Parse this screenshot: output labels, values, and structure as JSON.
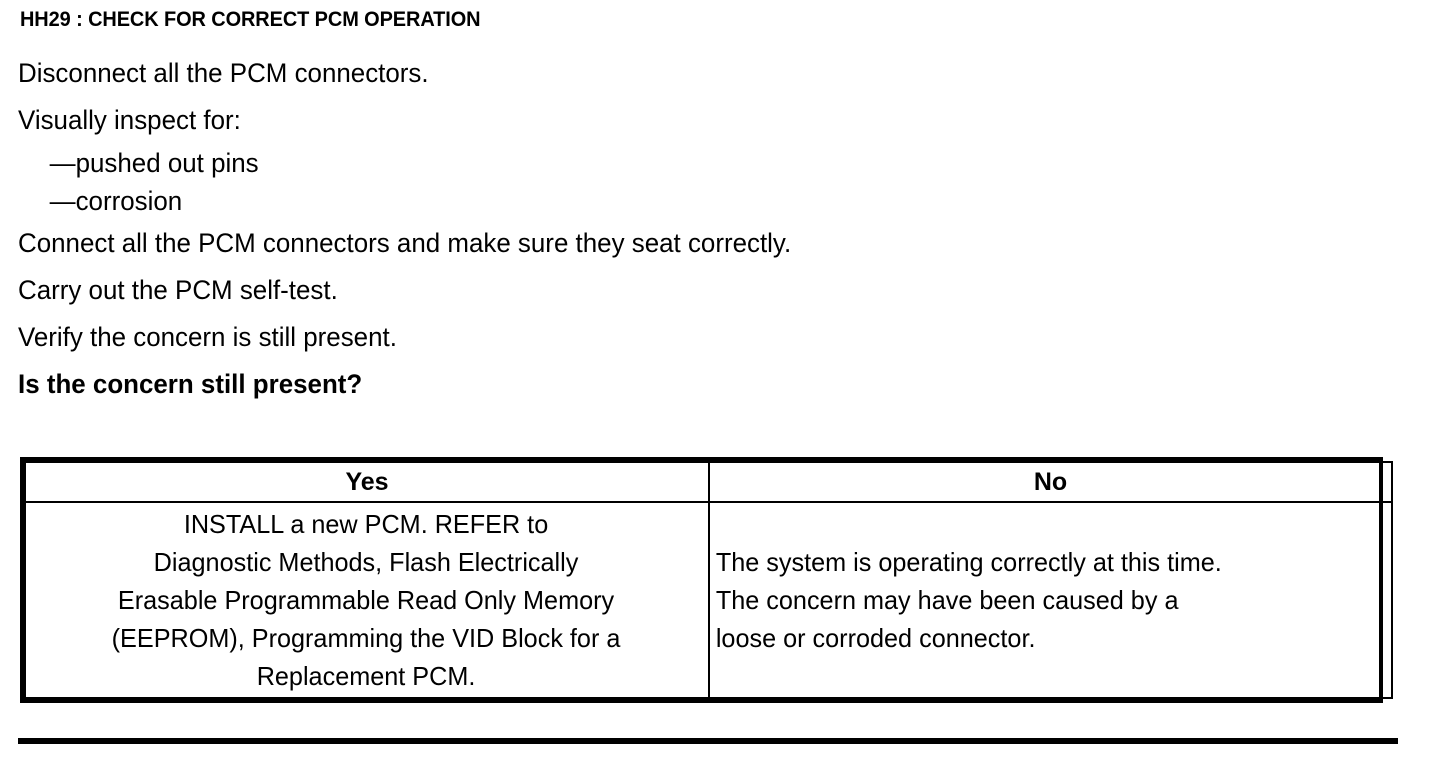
{
  "document": {
    "step_title": "HH29 : CHECK FOR CORRECT PCM OPERATION",
    "instructions": [
      {
        "text": "Disconnect all the PCM connectors.",
        "style": "normal",
        "indent": false
      },
      {
        "text": "Visually inspect for:",
        "style": "normal",
        "indent": false
      },
      {
        "text": "—pushed out pins",
        "style": "normal",
        "indent": true
      },
      {
        "text": "—corrosion",
        "style": "normal",
        "indent": true
      },
      {
        "text": "Connect all the PCM connectors and make sure they seat correctly.",
        "style": "normal",
        "indent": false
      },
      {
        "text": "Carry out the PCM self-test.",
        "style": "normal",
        "indent": false
      },
      {
        "text": "Verify the concern is still present.",
        "style": "normal",
        "indent": false
      },
      {
        "text": "Is the concern still present?",
        "style": "bold",
        "indent": false
      }
    ]
  },
  "decision_table": {
    "headers": {
      "yes": "Yes",
      "no": "No"
    },
    "cells": {
      "yes": "INSTALL a new PCM.  REFER to\nDiagnostic Methods, Flash Electrically\nErasable Programmable Read Only Memory\n(EEPROM), Programming the VID Block for a\nReplacement PCM.",
      "no": "The system is operating correctly at this time.\nThe concern may have been caused by a\nloose or corroded connector."
    }
  },
  "styling": {
    "text_color": "#000000",
    "background_color": "#FFFFFF",
    "border_color": "#000000"
  }
}
